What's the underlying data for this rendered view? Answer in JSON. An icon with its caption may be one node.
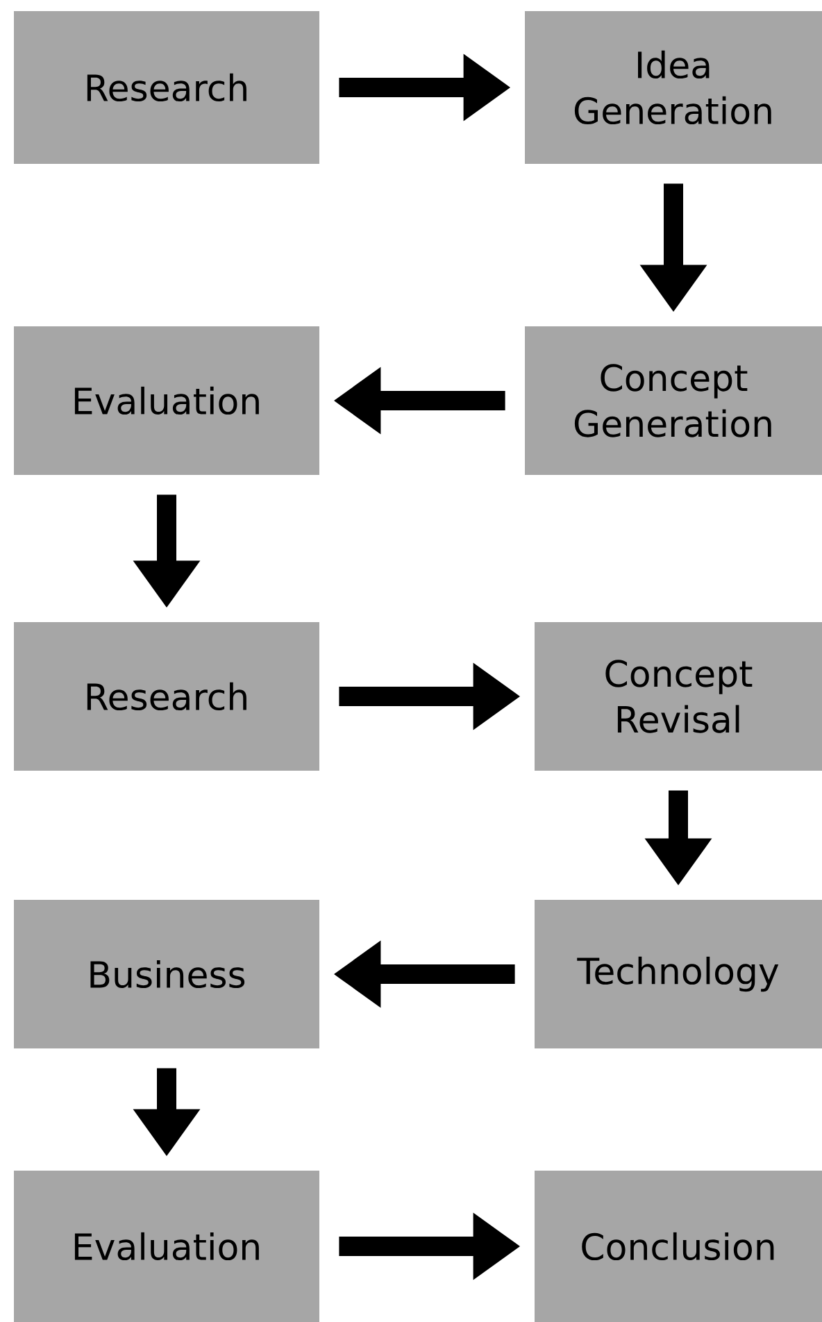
{
  "diagram": {
    "nodes": [
      {
        "text": [
          "Research"
        ]
      },
      {
        "text": [
          "Idea Generation"
        ]
      },
      {
        "text": [
          "Evaluation"
        ]
      },
      {
        "text": [
          "Concept Generation"
        ]
      },
      {
        "text": [
          "Research"
        ]
      },
      {
        "text": [
          "Concept Revisal"
        ]
      },
      {
        "text": [
          "Technology"
        ]
      },
      {
        "text": [
          "Business"
        ]
      },
      {
        "text": [
          "Evaluation"
        ]
      },
      {
        "text": [
          "Conclusion"
        ]
      }
    ],
    "edges": [
      {
        "from": 0,
        "to": 1,
        "arrow": "to"
      },
      {
        "from": 1,
        "to": 3,
        "arrow": "to"
      },
      {
        "from": 3,
        "to": 2,
        "arrow": "to"
      },
      {
        "from": 2,
        "to": 4,
        "arrow": "to"
      },
      {
        "from": 4,
        "to": 5,
        "arrow": "to"
      },
      {
        "from": 5,
        "to": 6,
        "arrow": "to"
      },
      {
        "from": 6,
        "to": 7,
        "arrow": "to"
      },
      {
        "from": 7,
        "to": 8,
        "arrow": "to"
      },
      {
        "from": 8,
        "to": 9,
        "arrow": "to"
      }
    ]
  }
}
